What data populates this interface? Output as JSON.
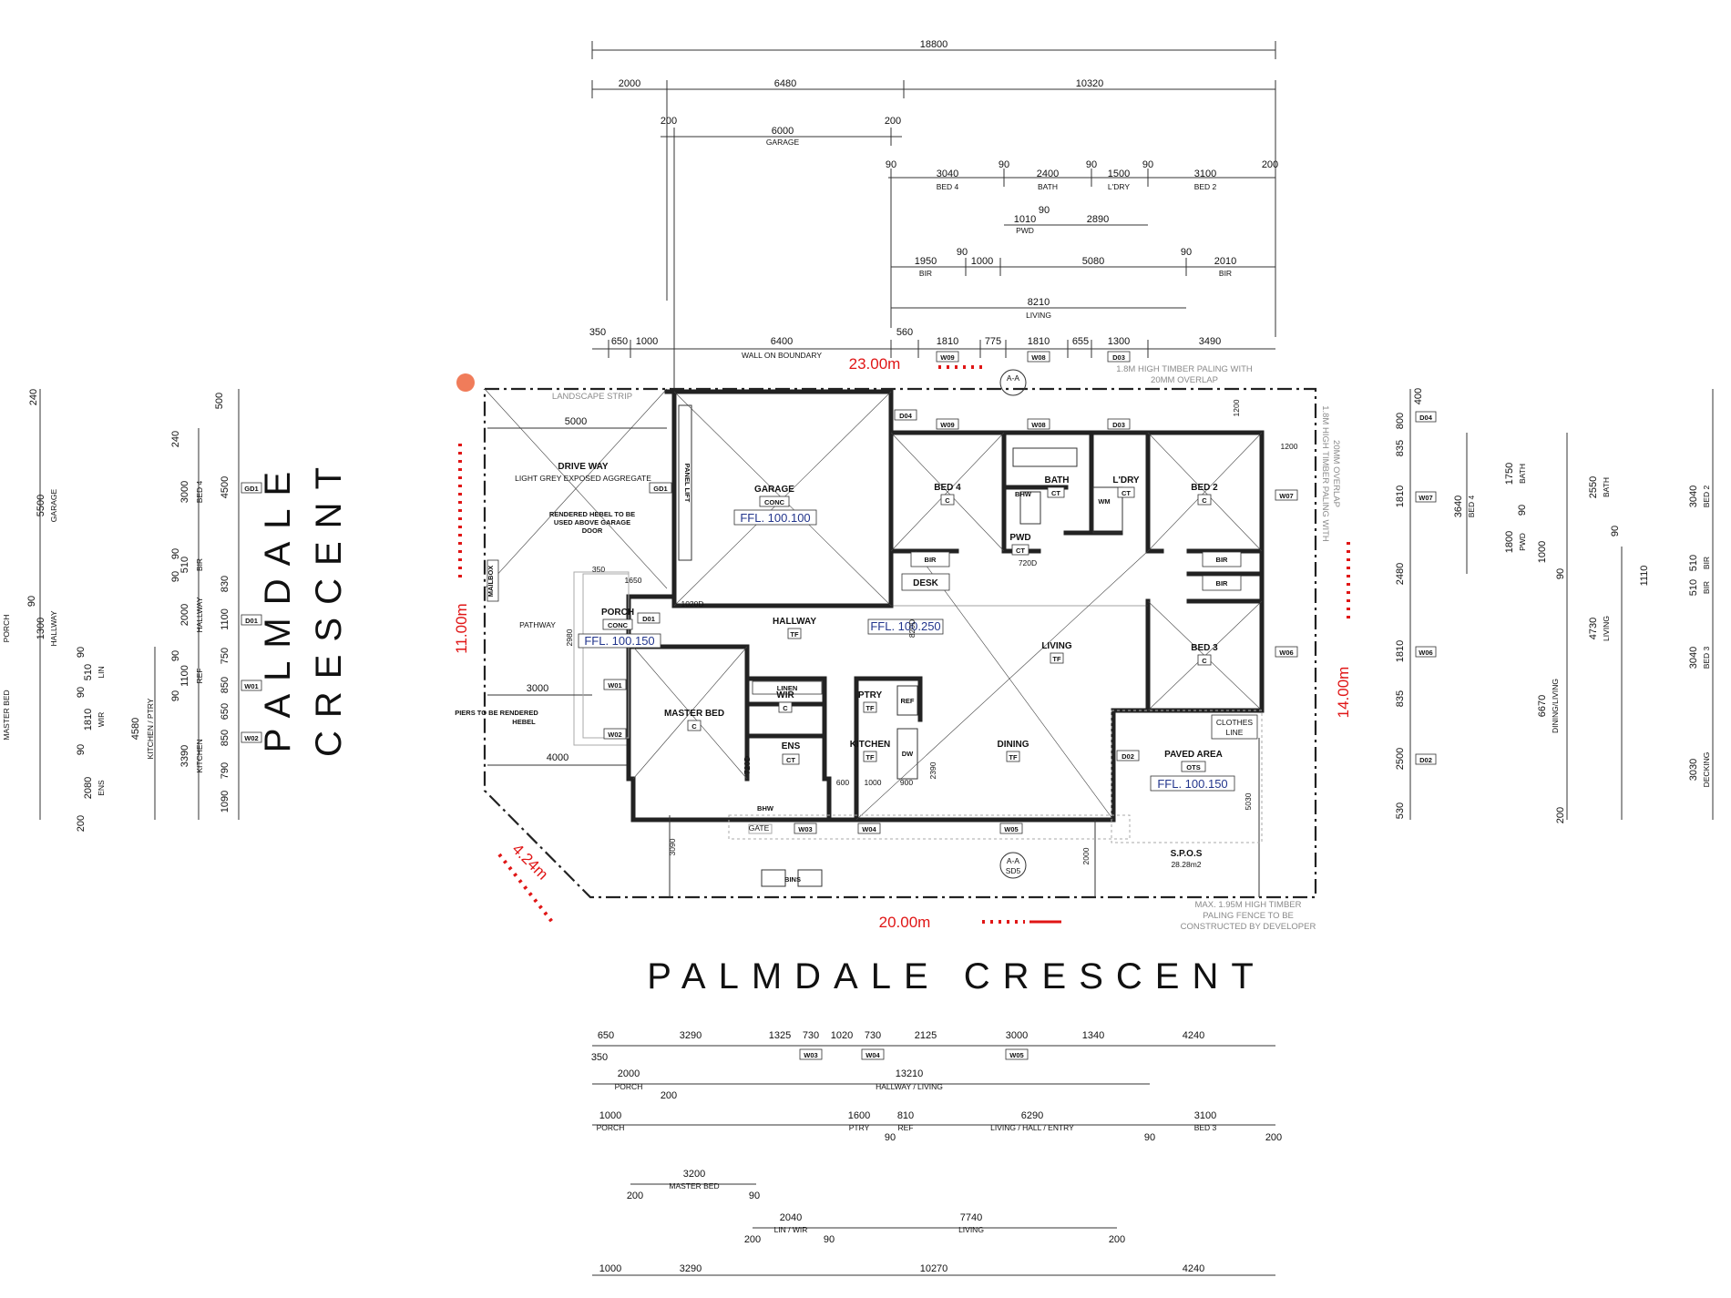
{
  "dimensions_top": {
    "overall": "18800",
    "row2": [
      "2000",
      "6480",
      "10320"
    ],
    "garage_row": {
      "left": "200",
      "width": "6000",
      "label": "GARAGE",
      "right": "200"
    },
    "bed_row": [
      {
        "v": "90"
      },
      {
        "v": "3040",
        "label": "BED 4"
      },
      {
        "v": "90"
      },
      {
        "v": "2400",
        "label": "BATH"
      },
      {
        "v": "90"
      },
      {
        "v": "1500",
        "label": "L'DRY"
      },
      {
        "v": "90"
      },
      {
        "v": "3100",
        "label": "BED 2"
      },
      {
        "v": "200"
      }
    ],
    "pwd_row": {
      "a": "1010",
      "a_label": "PWD",
      "b": "90",
      "c": "2890"
    },
    "bir_row": [
      {
        "v": "1950",
        "label": "BIR"
      },
      {
        "v": "90"
      },
      {
        "v": "1000"
      },
      {
        "v": "5080"
      },
      {
        "v": "90"
      },
      {
        "v": "2010",
        "label": "BIR"
      }
    ],
    "living_row": {
      "v": "8210",
      "label": "LIVING"
    },
    "boundary_row": [
      "350",
      "650",
      "1000",
      "6400",
      "560",
      "1810",
      "775",
      "1810",
      "655",
      "1300",
      "3490"
    ],
    "wall_on_boundary": "WALL ON BOUNDARY",
    "window_tags": [
      "W09",
      "W08",
      "D03"
    ]
  },
  "dimensions_bottom": {
    "row1": [
      "650",
      "3290",
      "1325",
      "730",
      "1020",
      "730",
      "2125",
      "3000",
      "1340",
      "4240"
    ],
    "row1_extra": "350",
    "row1_tags": [
      "W03",
      "W04",
      "W05"
    ],
    "row2": {
      "a": "2000",
      "a_label": "PORCH",
      "b": "200",
      "c": "13210",
      "c_label": "HALLWAY / LIVING"
    },
    "row3": {
      "a": "1000",
      "a_label": "PORCH",
      "b": "1600",
      "b_label": "PTRY",
      "c": "810",
      "c_label": "REF",
      "d": "6290",
      "d_label": "LIVING / HALL / ENTRY",
      "e": "3100",
      "e_label": "BED 3",
      "n90": "90",
      "n200": "200"
    },
    "row4": {
      "a": "200",
      "b": "3200",
      "b_label": "MASTER BED",
      "c": "90"
    },
    "row5": {
      "a": "2040",
      "a_label": "LIN / WIR",
      "b": "200",
      "c": "90",
      "d": "7740",
      "d_label": "LIVING",
      "e": "200"
    },
    "row6": [
      "1000",
      "3290",
      "10270",
      "4240"
    ]
  },
  "dimensions_left": {
    "col1": [
      {
        "v": "240"
      },
      {
        "v": "5500",
        "label": "GARAGE"
      },
      {
        "v": "90"
      },
      {
        "v": "1300",
        "label": "HALLWAY"
      },
      {
        "v": "90"
      },
      {
        "v": "510",
        "label": "LIN"
      },
      {
        "v": "90"
      },
      {
        "v": "1810",
        "label": "WIR"
      },
      {
        "v": "90"
      },
      {
        "v": "2080",
        "label": "ENS"
      },
      {
        "v": "200"
      }
    ],
    "col1_side": [
      "PORCH",
      "MASTER BED"
    ],
    "col2": [
      {
        "v": "240"
      },
      {
        "v": "3000",
        "label": "BED 4"
      },
      {
        "v": "90"
      },
      {
        "v": "510",
        "label": "BIR"
      },
      {
        "v": "90"
      },
      {
        "v": "2000",
        "label": "HALLWAY"
      },
      {
        "v": "90"
      },
      {
        "v": "1100",
        "label": "REF"
      },
      {
        "v": "90"
      },
      {
        "v": "3390",
        "label": "KITCHEN"
      }
    ],
    "col2_mid": {
      "v": "4580",
      "label": "KITCHEN / PTRY"
    },
    "col3": [
      "500",
      "4500",
      "830",
      "1100",
      "750",
      "850",
      "650",
      "850",
      "790",
      "1090"
    ],
    "col3_tags": [
      "GD1",
      "D01",
      "W01",
      "W02"
    ]
  },
  "dimensions_right": {
    "col1": [
      "400",
      "800",
      "835",
      "1810",
      "2480",
      "1810",
      "835",
      "2500",
      "530"
    ],
    "col1_tags": [
      "D04",
      "W07",
      "W06",
      "D02"
    ],
    "col2": [
      {
        "v": "3640",
        "label": "BED 4"
      },
      {
        "v": "1750",
        "label": "BATH"
      },
      {
        "v": "90"
      },
      {
        "v": "1800",
        "label": "PWD"
      }
    ],
    "col3": [
      {
        "v": "2550",
        "label": "BATH"
      },
      {
        "v": "90"
      },
      {
        "v": "1000"
      },
      {
        "v": "90"
      }
    ],
    "col4": [
      {
        "v": "4730",
        "label": "LIVING"
      },
      {
        "v": "6670",
        "label": "DINING/LIVING"
      },
      {
        "v": "200"
      }
    ],
    "col5": [
      {
        "v": "3040",
        "label": "BED 2"
      },
      {
        "v": "1110"
      },
      {
        "v": "510",
        "label": "BIR"
      },
      {
        "v": "510",
        "label": "BIR"
      },
      {
        "v": "3040",
        "label": "BED 3"
      },
      {
        "v": "3030",
        "label": "DECKING"
      }
    ]
  },
  "site": {
    "boundary_top": "23.00m",
    "boundary_bottom": "20.00m",
    "boundary_left": "11.00m",
    "boundary_right": "14.00m",
    "boundary_corner": "4.24m",
    "street_bottom": "PALMDALE  CRESCENT",
    "street_left": [
      "PALMDALE",
      "CRESCENT"
    ],
    "landscape_strip": "LANDSCAPE STRIP",
    "fence_top": [
      "1.8M HIGH TIMBER PALING WITH",
      "20MM OVERLAP"
    ],
    "fence_right": [
      "1.8M HIGH TIMBER PALING WITH",
      "20MM OVERLAP"
    ],
    "fence_bottom": [
      "MAX. 1.95M HIGH TIMBER",
      "PALING FENCE TO BE",
      "CONSTRUCTED BY DEVELOPER"
    ],
    "sposs": {
      "label": "S.P.O.S",
      "area": "28.28m2"
    },
    "section_marks": [
      "A-A",
      "SD5"
    ]
  },
  "rooms": {
    "driveway": {
      "name": "DRIVE WAY",
      "note": "LIGHT GREY EXPOSED AGGREGATE"
    },
    "hebel_note": [
      "RENDERED HEBEL TO BE",
      "USED ABOVE GARAGE",
      "DOOR"
    ],
    "panel_lift": "PANEL LIFT",
    "garage": {
      "name": "GARAGE",
      "finish": "CONC",
      "ffl": "FFL. 100.100"
    },
    "bed4": {
      "name": "BED 4",
      "finish": "C"
    },
    "bath": {
      "name": "BATH",
      "finish": "CT"
    },
    "ldry": {
      "name": "L'DRY",
      "finish": "CT"
    },
    "bed2": {
      "name": "BED 2",
      "finish": "C"
    },
    "pwd": {
      "name": "PWD",
      "finish": "CT"
    },
    "bir": "BIR",
    "desk": "DESK",
    "porch": {
      "name": "PORCH",
      "finish": "CONC",
      "ffl": "FFL. 100.150"
    },
    "pathway": "PATHWAY",
    "mailbox": "MAILBOX",
    "piers_note": [
      "PIERS TO BE RENDERED",
      "HEBEL"
    ],
    "hallway": {
      "name": "HALLWAY",
      "finish": "TF"
    },
    "hall_ffl": "FFL. 100.250",
    "linen": "LINEN",
    "ptry": {
      "name": "PTRY",
      "finish": "TF"
    },
    "ref": "REF",
    "living": {
      "name": "LIVING",
      "finish": "TF"
    },
    "bed3": {
      "name": "BED 3",
      "finish": "C"
    },
    "master": {
      "name": "MASTER BED",
      "finish": "C"
    },
    "wir": {
      "name": "WIR",
      "finish": "C"
    },
    "ens": {
      "name": "ENS",
      "finish": "CT"
    },
    "kitchen": {
      "name": "KITCHEN",
      "finish": "TF"
    },
    "dining": {
      "name": "DINING",
      "finish": "TF"
    },
    "paved": {
      "name": "PAVED AREA",
      "finish": "OTS",
      "ffl": "FFL. 100.150"
    },
    "clothes_line": [
      "CLOTHES",
      "LINE"
    ],
    "bins": "BINS",
    "gate": "GATE",
    "bhw": "BHW",
    "dw": "DW",
    "wm": "WM",
    "tags": [
      "D04",
      "W09",
      "W08",
      "D03",
      "W07",
      "W06",
      "D02",
      "D01",
      "W01",
      "W02",
      "W03",
      "W04",
      "W05",
      "GD1"
    ],
    "inner_dims": {
      "garage_left": "5000",
      "porch_left": "3000",
      "porch_lower": "4000",
      "right_up": "1200",
      "right_side": "1200",
      "gate_dim": "3090",
      "paved_h": "5030",
      "paved_b": "2000",
      "kitchen_a": "600",
      "kitchen_b": "1000",
      "kitchen_c": "900",
      "kitchen_d": "2390",
      "porch_w": "1650",
      "porch_d": "2980",
      "hall_d": "1020D",
      "ens_d": "720D",
      "pwd_d": "720D",
      "ldry_d": "820D"
    }
  },
  "colors": {
    "wall": "#222222",
    "red": "#e01616",
    "ffl": "#22358c",
    "grey": "#8a8a8a"
  }
}
